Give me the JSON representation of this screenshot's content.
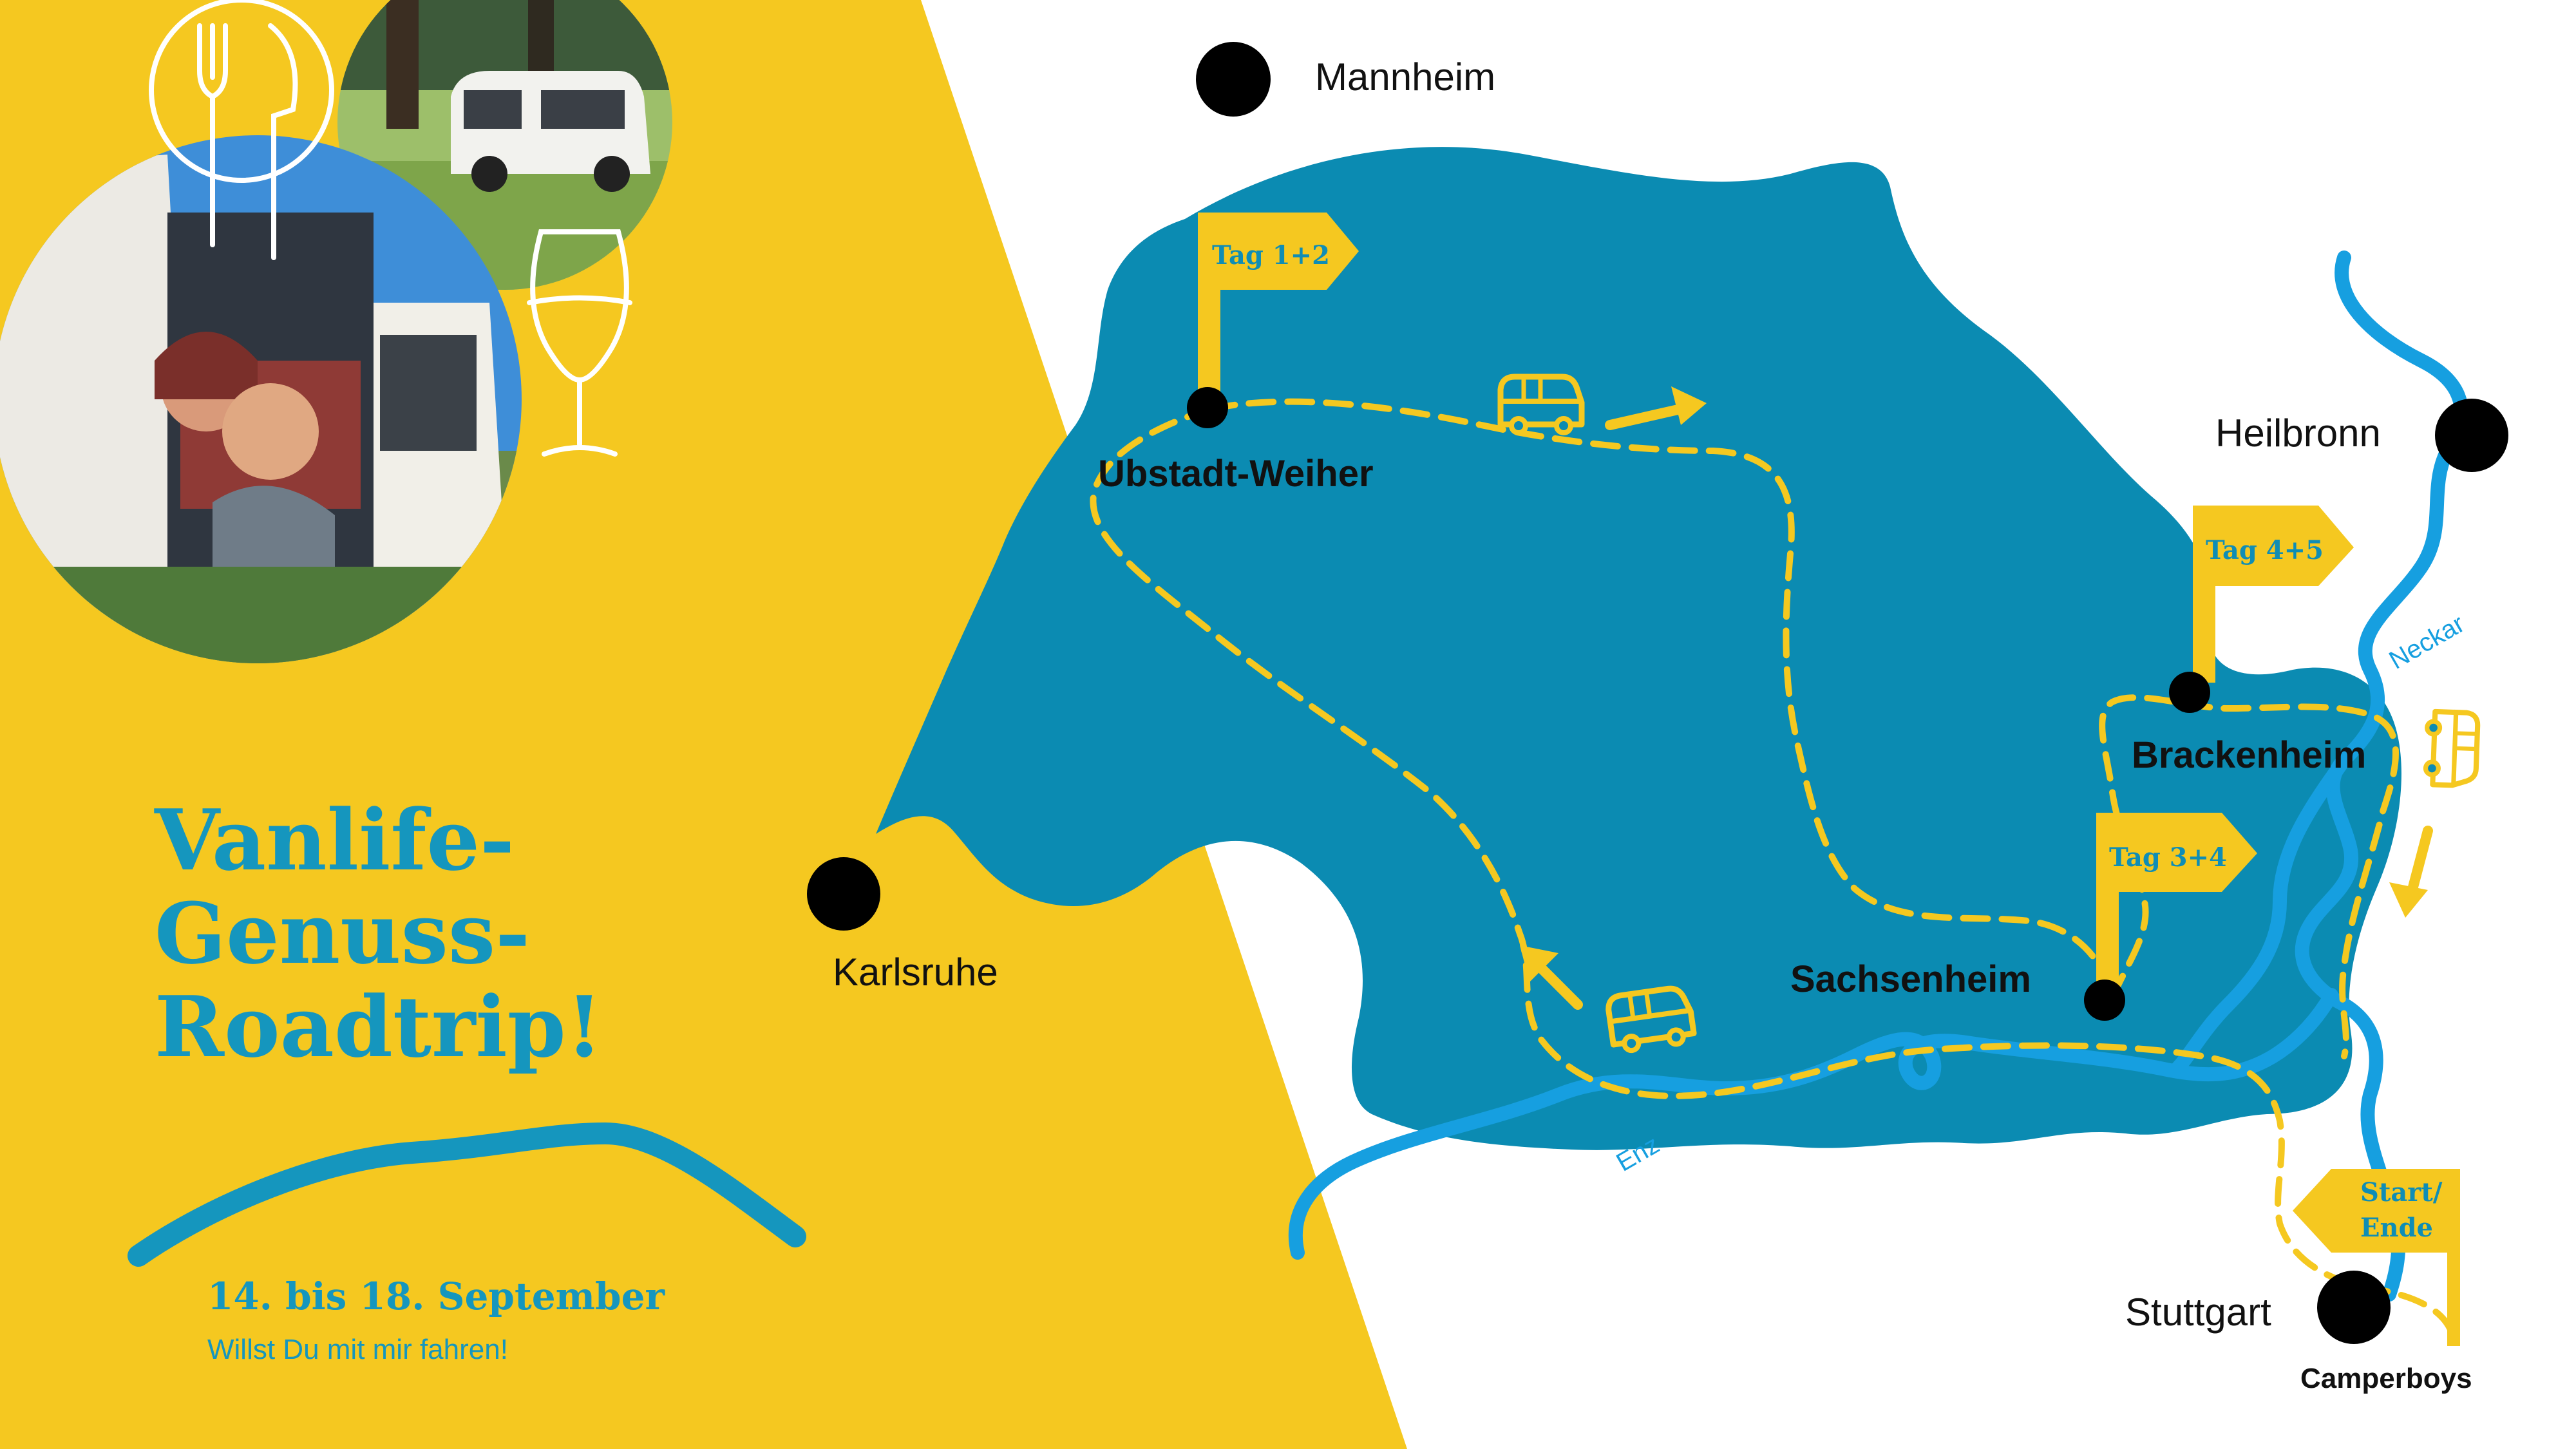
{
  "colors": {
    "yellow": "#f5c820",
    "region": "#0b8bb2",
    "river": "#169fe0",
    "title": "#1596be",
    "dot": "#000000",
    "route": "#f5c820"
  },
  "title": {
    "line1": "Vanlife-",
    "line2": "Genuss-",
    "line3": "Roadtrip!"
  },
  "dates": "14. bis 18. September",
  "tagline": "Willst Du mit mir fahren!",
  "cities": {
    "mannheim": "Mannheim",
    "heilbronn": "Heilbronn",
    "karlsruhe": "Karlsruhe",
    "stuttgart": "Stuttgart"
  },
  "stops": {
    "ubstadt": "Ubstadt-Weiher",
    "brackenheim": "Brackenheim",
    "sachsenheim": "Sachsenheim",
    "camperboys": "Camperboys"
  },
  "flags": {
    "tag12": "Tag 1+2",
    "tag45": "Tag 4+5",
    "tag34": "Tag 3+4",
    "start_line1": "Start/",
    "start_line2": "Ende"
  },
  "rivers": {
    "neckar": "Neckar",
    "enz": "Enz"
  },
  "icons": [
    "plate-cutlery-icon",
    "wine-glass-icon",
    "campervan-icon",
    "direction-arrow-icon",
    "location-dot-icon",
    "flag-icon"
  ]
}
